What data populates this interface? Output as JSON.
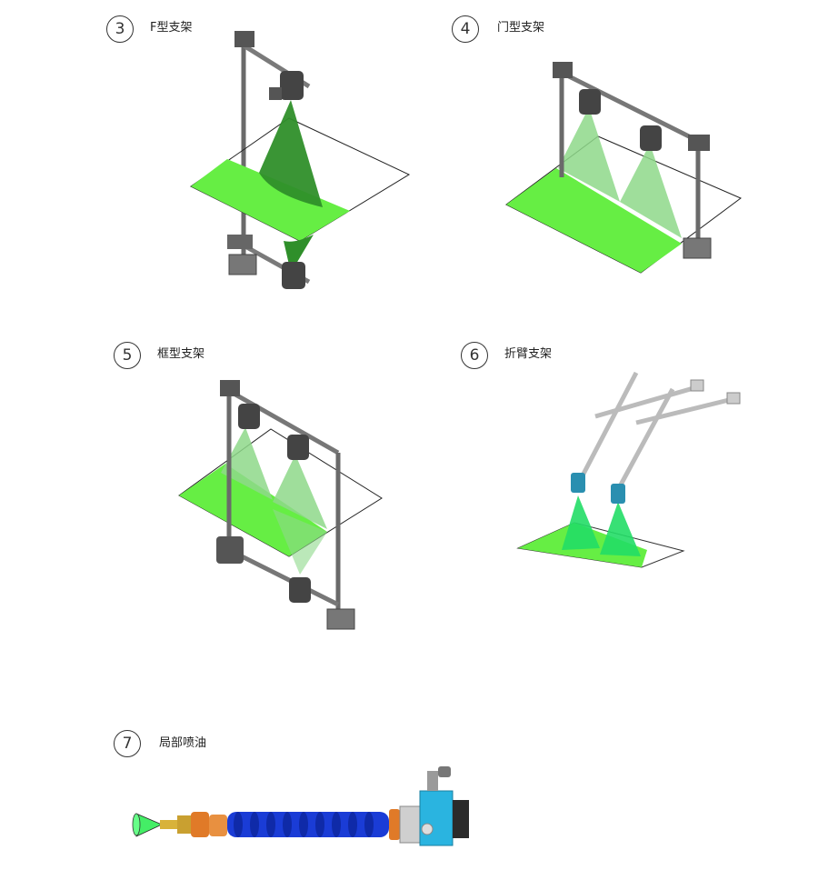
{
  "panels": [
    {
      "number": "3",
      "label": "F型支架"
    },
    {
      "number": "4",
      "label": "门型支架"
    },
    {
      "number": "5",
      "label": "框型支架"
    },
    {
      "number": "6",
      "label": "折臂支架"
    },
    {
      "number": "7",
      "label": "局部喷油"
    }
  ],
  "colors": {
    "spray_plane": "#66ee44",
    "spray_cone_dark": "#2f8f2a",
    "spray_cone_light": "#8ed88a",
    "frame": "#777777",
    "hose_blue": "#1a3cd6",
    "fitting_orange": "#e07a28",
    "fitting_brass": "#d8b23a",
    "valve_cyan": "#2ab4e0"
  }
}
